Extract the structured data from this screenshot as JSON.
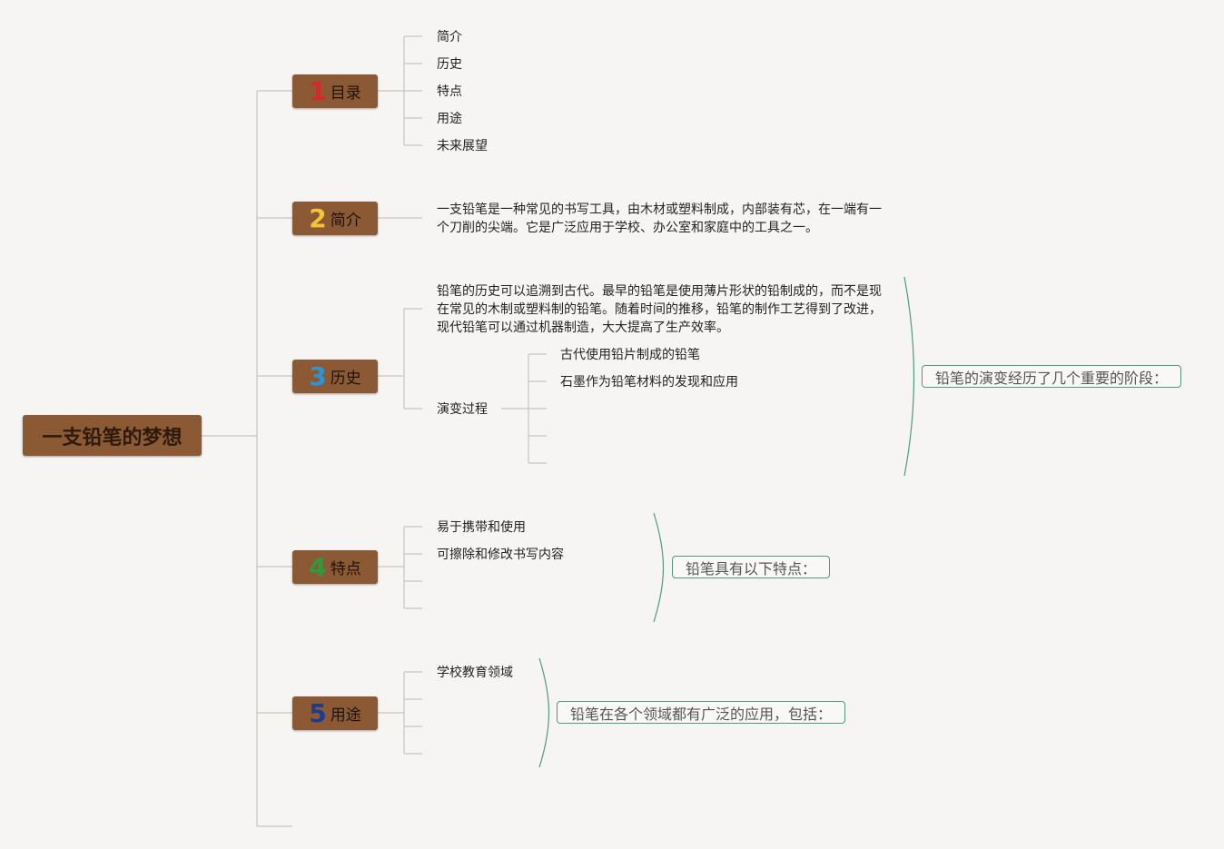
{
  "root": {
    "title": "一支铅笔的梦想"
  },
  "topics": [
    {
      "num": "1",
      "num_color": "#d42a2a",
      "label": "目录"
    },
    {
      "num": "2",
      "num_color": "#f2c43a",
      "label": "简介"
    },
    {
      "num": "3",
      "num_color": "#2b95d6",
      "label": "历史"
    },
    {
      "num": "4",
      "num_color": "#2e9a3e",
      "label": "特点"
    },
    {
      "num": "5",
      "num_color": "#1d3c8c",
      "label": "用途"
    }
  ],
  "toc": [
    "简介",
    "历史",
    "特点",
    "用途",
    "未来展望"
  ],
  "intro": {
    "text": "一支铅笔是一种常见的书写工具，由木材或塑料制成，内部装有芯，在一端有一个刀削的尖端。它是广泛应用于学校、办公室和家庭中的工具之一。"
  },
  "history": {
    "text": "铅笔的历史可以追溯到古代。最早的铅笔是使用薄片形状的铅制成的，而不是现在常见的木制或塑料制的铅笔。随着时间的推移，铅笔的制作工艺得到了改进，现代铅笔可以通过机器制造，大大提高了生产效率。",
    "evolution_label": "演变过程",
    "evolution_items": [
      "古代使用铅片制成的铅笔",
      "石墨作为铅笔材料的发现和应用"
    ],
    "summary": "铅笔的演变经历了几个重要的阶段："
  },
  "features": {
    "items": [
      "易于携带和使用",
      "可擦除和修改书写内容"
    ],
    "summary": "铅笔具有以下特点："
  },
  "uses": {
    "items": [
      "学校教育领域"
    ],
    "summary": "铅笔在各个领域都有广泛的应用，包括："
  },
  "colors": {
    "topic_fill": "#8b5a34",
    "connector": "#c8c4bf",
    "summary_border": "#4e9a80",
    "background": "#f7f5f3"
  }
}
